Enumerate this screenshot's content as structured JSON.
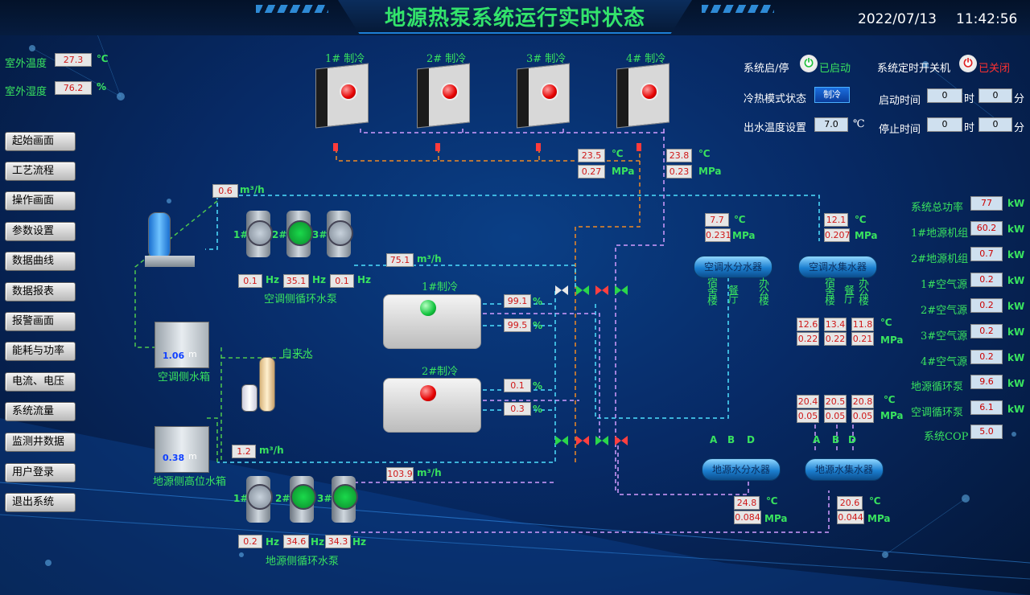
{
  "header": {
    "title": "地源热泵系统运行实时状态",
    "date": "2022/07/13",
    "time": "11:42:56"
  },
  "outdoor": {
    "temp_label": "室外温度",
    "temp": "27.3",
    "temp_unit": "℃",
    "hum_label": "室外湿度",
    "hum": "76.2",
    "hum_unit": "%"
  },
  "nav": [
    "起始画面",
    "工艺流程",
    "操作画面",
    "参数设置",
    "数据曲线",
    "数据报表",
    "报警画面",
    "能耗与功率",
    "电流、电压",
    "系统流量",
    "监测井数据",
    "用户登录",
    "退出系统"
  ],
  "heat_pumps": [
    {
      "label": "1# 制冷"
    },
    {
      "label": "2# 制冷"
    },
    {
      "label": "3# 制冷"
    },
    {
      "label": "4# 制冷"
    }
  ],
  "control": {
    "sys_label": "系统启/停",
    "sys_state": "已启动",
    "timer_label": "系统定时开关机",
    "timer_state": "已关闭",
    "mode_label": "冷热模式状态",
    "mode": "制冷",
    "outlet_label": "出水温度设置",
    "outlet": "7.0",
    "outlet_unit": "℃",
    "start_label": "启动时间",
    "stop_label": "停止时间",
    "start_h": "0",
    "start_m": "0",
    "stop_h": "0",
    "stop_m": "0",
    "hour": "时",
    "min": "分"
  },
  "air_pipe": {
    "t1": "23.5",
    "p1": "0.27",
    "t2": "23.8",
    "p2": "0.23",
    "t_unit": "℃",
    "p_unit": "MPa"
  },
  "ac_pumps": {
    "flow": "0.6",
    "flow_unit": "m³/h",
    "labels": [
      "1#",
      "2#",
      "3#"
    ],
    "hz": [
      "0.1",
      "35.1",
      "0.1"
    ],
    "hz_unit": "Hz",
    "title": "空调侧循环水泵",
    "main_flow": "75.1",
    "main_flow_unit": "m³/h"
  },
  "gs_pumps": {
    "flow": "1.2",
    "flow_unit": "m³/h",
    "labels": [
      "1#",
      "2#",
      "3#"
    ],
    "hz": [
      "0.2",
      "34.6",
      "34.3"
    ],
    "hz_unit": "Hz",
    "title": "地源侧循环水泵",
    "main_flow": "103.9",
    "main_flow_unit": "m³/h"
  },
  "tanks": {
    "ac_level": "1.06",
    "ac_unit": "m",
    "ac_title": "空调侧水箱",
    "gs_level": "0.38",
    "gs_unit": "m",
    "gs_title": "地源侧高位水箱",
    "tap_water": "自来水"
  },
  "chillers": [
    {
      "label": "1#制冷",
      "v1": "99.1",
      "v2": "99.5",
      "unit": "%"
    },
    {
      "label": "2#制冷",
      "v1": "0.1",
      "v2": "0.3",
      "unit": "%"
    }
  ],
  "ac_headers": {
    "supply": {
      "label": "空调水分水器",
      "t": "7.7",
      "p": "0.231"
    },
    "return": {
      "label": "空调水集水器",
      "t": "12.1",
      "p": "0.207"
    },
    "branches": [
      "宿舍楼",
      "餐厅",
      "办公楼"
    ],
    "branch_t": [
      "12.6",
      "13.4",
      "11.8"
    ],
    "branch_p": [
      "0.22",
      "0.22",
      "0.21"
    ],
    "t_unit": "℃",
    "p_unit": "MPa"
  },
  "gs_headers": {
    "supply": {
      "label": "地源水分水器",
      "t": "24.8",
      "p": "0.084"
    },
    "return": {
      "label": "地源水集水器",
      "t": "20.6",
      "p": "0.044"
    },
    "abd": [
      "A",
      "B",
      "D"
    ],
    "branch_t": [
      "20.4",
      "20.5",
      "20.8"
    ],
    "branch_p": [
      "0.05",
      "0.05",
      "0.05"
    ],
    "t_unit": "℃",
    "p_unit": "MPa"
  },
  "power": {
    "rows": [
      {
        "label": "系统总功率",
        "value": "77",
        "unit": "kW"
      },
      {
        "label": "1#地源机组",
        "value": "60.2",
        "unit": "kW"
      },
      {
        "label": "2#地源机组",
        "value": "0.7",
        "unit": "kW"
      },
      {
        "label": "1#空气源",
        "value": "0.2",
        "unit": "kW"
      },
      {
        "label": "2#空气源",
        "value": "0.2",
        "unit": "kW"
      },
      {
        "label": "3#空气源",
        "value": "0.2",
        "unit": "kW"
      },
      {
        "label": "4#空气源",
        "value": "0.2",
        "unit": "kW"
      },
      {
        "label": "地源循环泵",
        "value": "9.6",
        "unit": "kW"
      },
      {
        "label": "空调循环泵",
        "value": "6.1",
        "unit": "kW"
      },
      {
        "label": "系统COP",
        "value": "5.0",
        "unit": ""
      }
    ]
  }
}
